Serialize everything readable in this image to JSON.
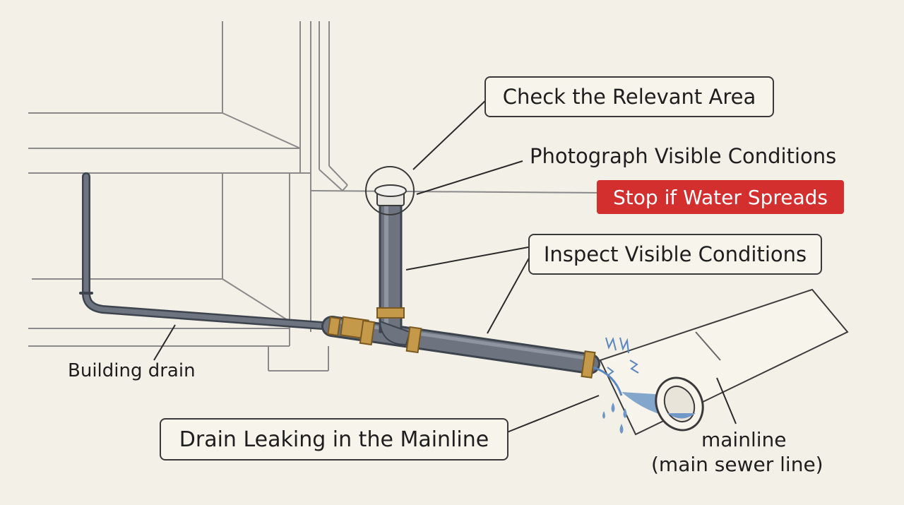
{
  "labels": {
    "check_area": "Check the Relevant Area",
    "photograph": "Photograph Visible Conditions",
    "stop_water": "Stop if Water Spreads",
    "inspect": "Inspect Visible Conditions",
    "building_drain": "Building drain",
    "drain_leaking": "Drain Leaking in the Mainline",
    "mainline": "mainline",
    "mainline_sub": "(main sewer line)"
  },
  "colors": {
    "background": "#f3f0e8",
    "pipe": "#6d7480",
    "pipe_dark": "#3e444e",
    "fitting": "#c49a4a",
    "water": "#6f98c8",
    "warning": "#d32f2f",
    "line": "#3a3a3a"
  }
}
